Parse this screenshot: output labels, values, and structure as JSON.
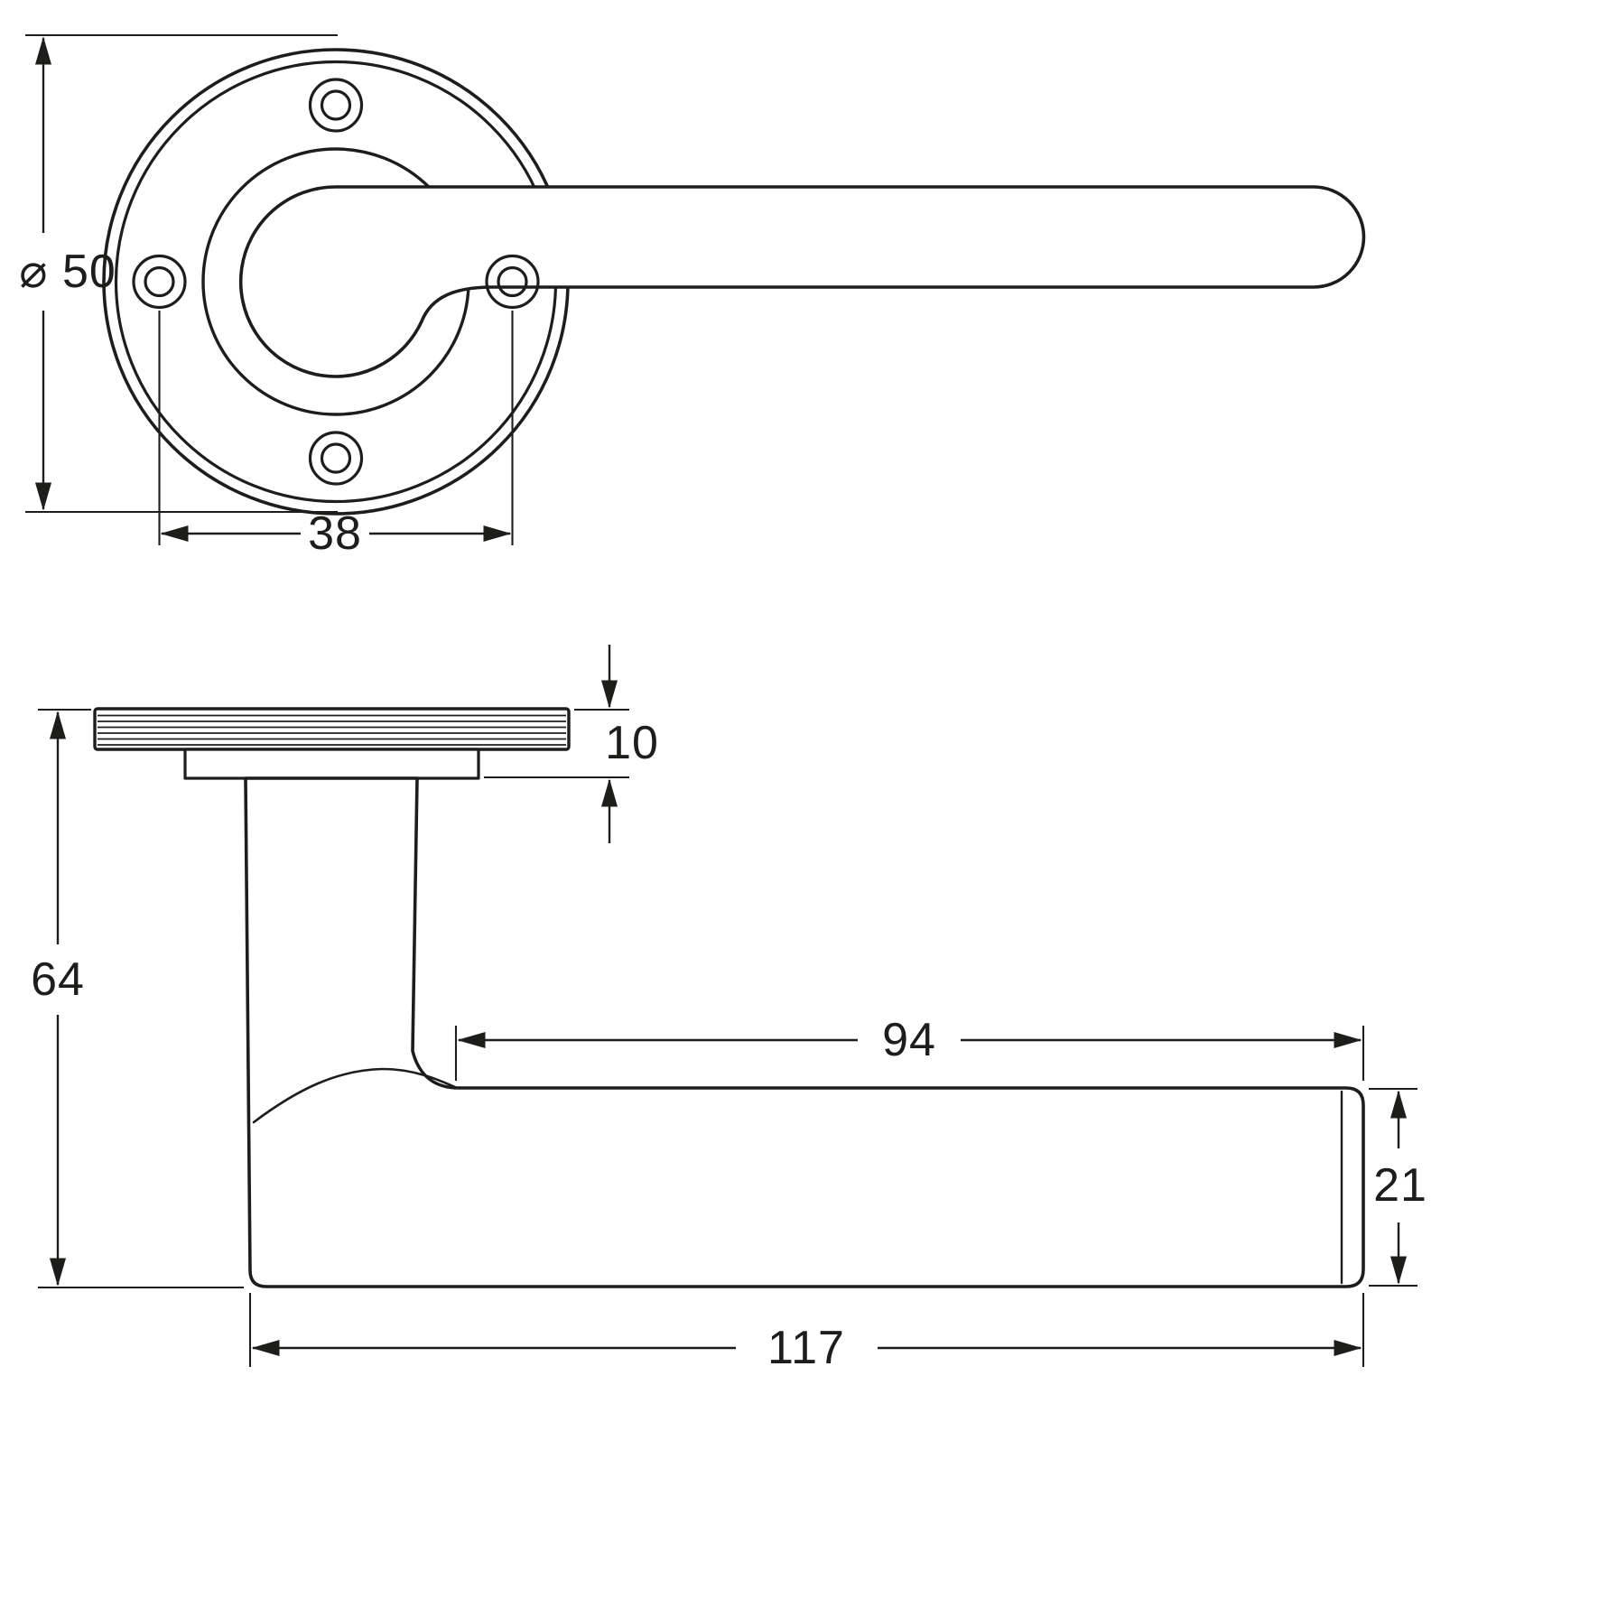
{
  "drawing": {
    "subject": "Lever door handle on round rose - dimensioned technical drawing",
    "background": "#ffffff",
    "line_color": "#1d1d1b",
    "front_view": {
      "name": "front elevation",
      "rose_diameter_label": "⌀ 50",
      "screw_hole_spacing_label": "38"
    },
    "side_view": {
      "name": "side profile",
      "overall_projection_label": "64",
      "rose_thickness_label": "10",
      "grip_length_label": "94",
      "lever_thickness_label": "21",
      "overall_length_label": "117"
    }
  }
}
